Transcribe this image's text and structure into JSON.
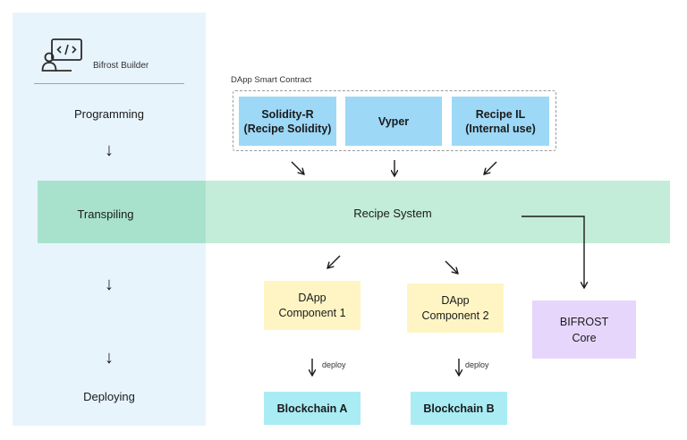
{
  "sidebar": {
    "title": "Bifrost Builder",
    "icon": "developer-workstation-icon",
    "steps": [
      "Programming",
      "Transpiling",
      "Deploying"
    ]
  },
  "contract": {
    "label": "DApp Smart Contract",
    "languages": [
      "Solidity-R\n(Recipe Solidity)",
      "Vyper",
      "Recipe IL\n(Internal use)"
    ]
  },
  "recipe_system": {
    "label": "Recipe System"
  },
  "components": [
    "DApp\nComponent 1",
    "DApp\nComponent 2"
  ],
  "core": {
    "label": "BIFROST\nCore"
  },
  "deploy_label": "deploy",
  "blockchains": [
    "Blockchain A",
    "Blockchain B"
  ],
  "colors": {
    "sidebar": "#e8f4fc",
    "band": "#c3ecd9",
    "language_box": "#9dd8f7",
    "component_box": "#fff5c4",
    "core_box": "#e6d6fb",
    "blockchain_box": "#a9ecf4"
  }
}
